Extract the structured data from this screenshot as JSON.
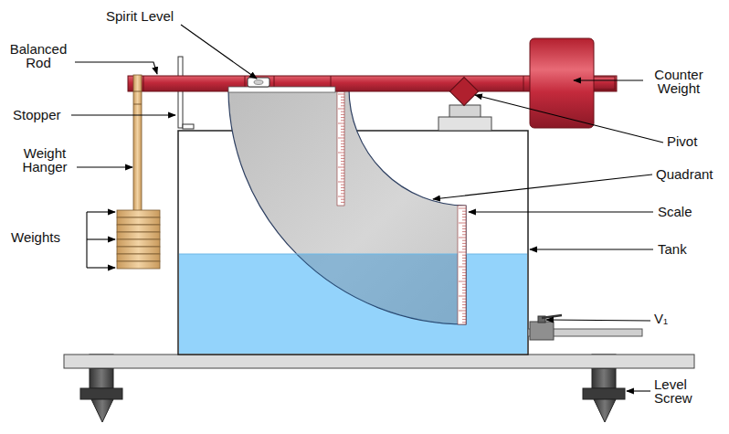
{
  "diagram": {
    "labels": [
      "Spirit Level",
      "Balanced Rod",
      "Stopper",
      "Weight Hanger",
      "Weights",
      "Counter Weight",
      "Pivot",
      "Quadrant",
      "Scale",
      "Tank",
      "V₁",
      "Level Screw"
    ]
  }
}
